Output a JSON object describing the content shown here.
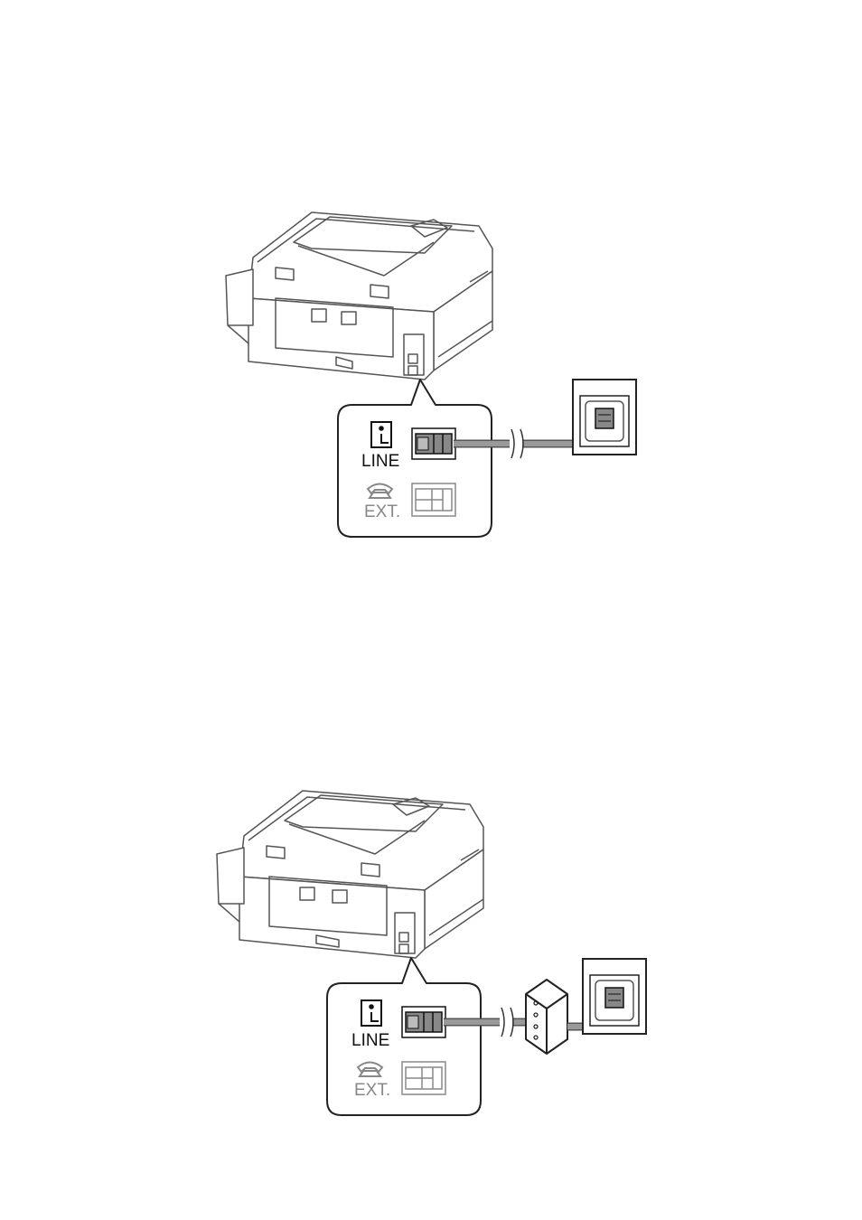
{
  "figures": [
    {
      "ports": {
        "line_label": "LINE",
        "ext_label": "EXT."
      },
      "connection": "printer LINE port to telephone wall jack"
    },
    {
      "ports": {
        "line_label": "LINE",
        "ext_label": "EXT."
      },
      "connection": "printer LINE port to DSL filter to telephone wall jack"
    }
  ],
  "colors": {
    "outline": "#555555",
    "cable": "#999999",
    "ext_gray": "#888888",
    "line_black": "#111111"
  },
  "icons": [
    "printer-icon",
    "line-port-icon",
    "handset-icon",
    "wall-jack-icon",
    "dsl-filter-icon"
  ]
}
